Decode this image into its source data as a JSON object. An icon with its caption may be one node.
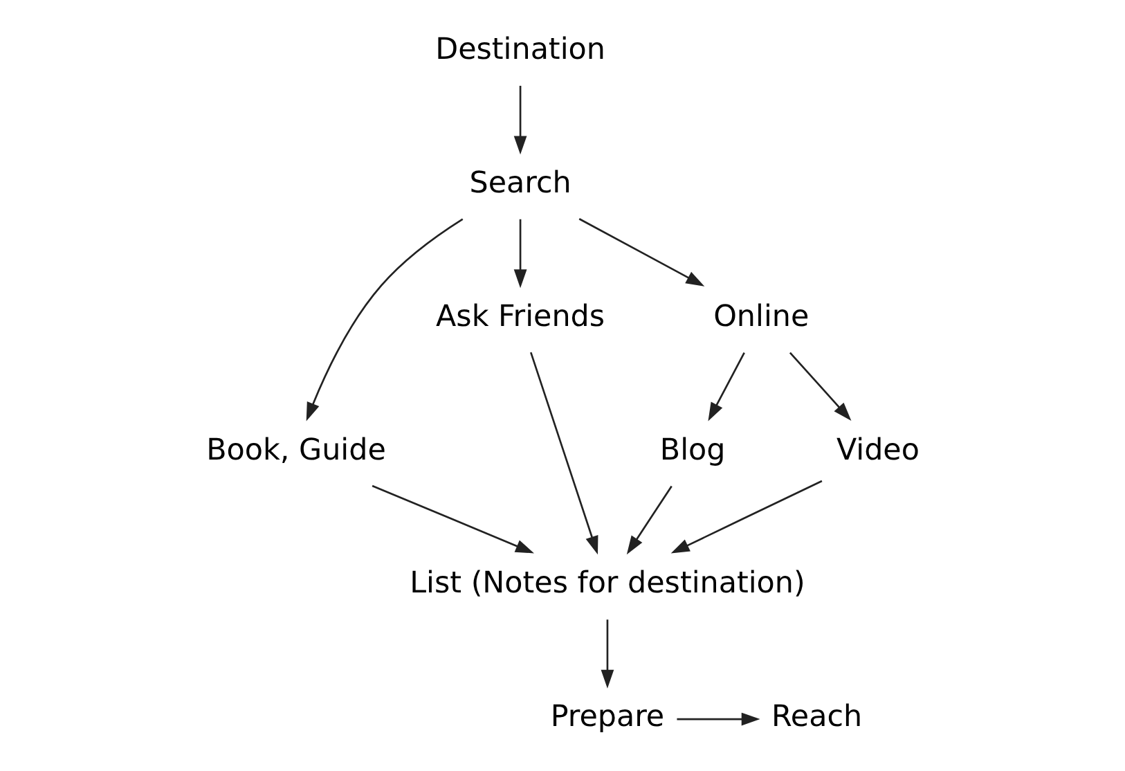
{
  "diagram": {
    "nodes": [
      {
        "text": [
          "Destination"
        ]
      },
      {
        "text": [
          "Search"
        ]
      },
      {
        "text": [
          "Book, Guide"
        ]
      },
      {
        "text": [
          "Ask Friends"
        ]
      },
      {
        "text": [
          "Online"
        ]
      },
      {
        "text": [
          "Blog"
        ]
      },
      {
        "text": [
          "Video"
        ]
      },
      {
        "text": [
          "List (Notes for destination)"
        ]
      },
      {
        "text": [
          "Prepare"
        ]
      },
      {
        "text": [
          "Reach"
        ]
      }
    ],
    "edges": [
      {
        "from": 0,
        "to": 1,
        "arrow": "to"
      },
      {
        "from": 1,
        "to": 2,
        "arrow": "to"
      },
      {
        "from": 1,
        "to": 3,
        "arrow": "to"
      },
      {
        "from": 1,
        "to": 4,
        "arrow": "to"
      },
      {
        "from": 4,
        "to": 5,
        "arrow": "to"
      },
      {
        "from": 4,
        "to": 6,
        "arrow": "to"
      },
      {
        "from": 2,
        "to": 7,
        "arrow": "to"
      },
      {
        "from": 3,
        "to": 7,
        "arrow": "to"
      },
      {
        "from": 5,
        "to": 7,
        "arrow": "to"
      },
      {
        "from": 6,
        "to": 7,
        "arrow": "to"
      },
      {
        "from": 7,
        "to": 8,
        "arrow": "to"
      },
      {
        "from": 8,
        "to": 9,
        "arrow": "to"
      }
    ]
  }
}
